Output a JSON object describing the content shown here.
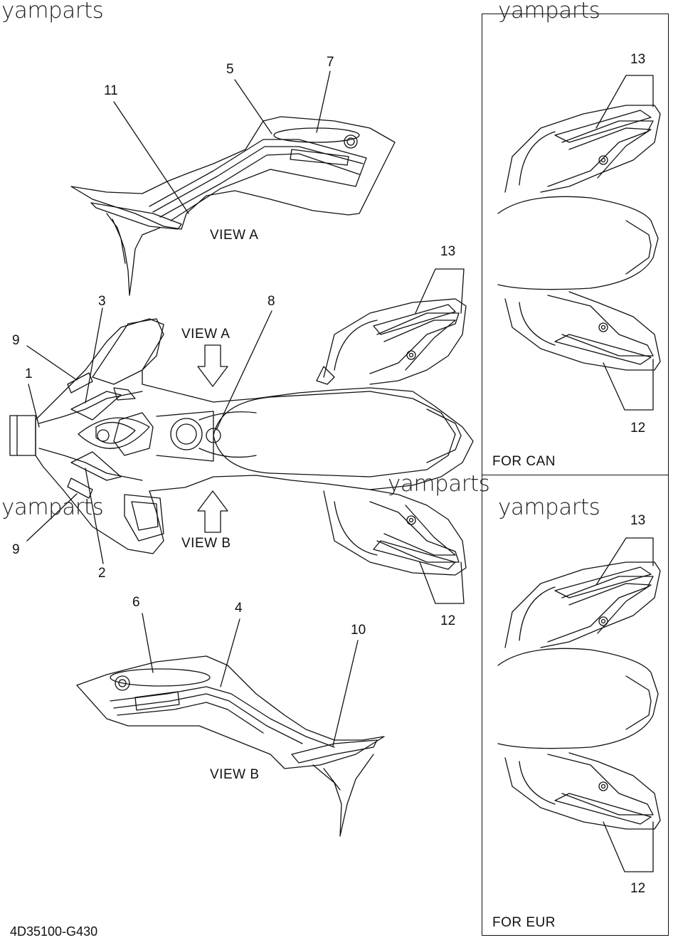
{
  "watermark": "yamparts",
  "views": {
    "view_a": "VIEW A",
    "view_b": "VIEW B"
  },
  "panels": {
    "can_label": "FOR CAN",
    "eur_label": "FOR EUR"
  },
  "diagram_code": "4D35100-G430",
  "callouts": {
    "n1": "1",
    "n2": "2",
    "n3": "3",
    "n4": "4",
    "n5": "5",
    "n6": "6",
    "n7": "7",
    "n8": "8",
    "n9": "9",
    "n10": "10",
    "n11": "11",
    "n12": "12",
    "n13": "13"
  }
}
